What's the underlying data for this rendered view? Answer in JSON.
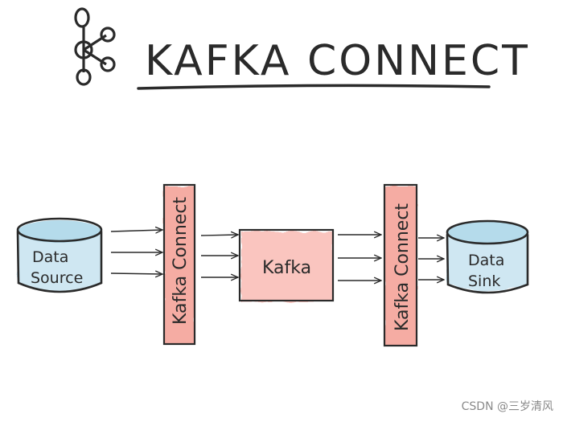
{
  "title": "KAFKA CONNECT",
  "source": {
    "line1": "Data",
    "line2": "Source"
  },
  "connector_left": {
    "label": "Kafka Connect"
  },
  "kafka": {
    "label": "Kafka"
  },
  "connector_right": {
    "label": "Kafka Connect"
  },
  "sink": {
    "line1": "Data",
    "line2": "Sink"
  },
  "watermark": "CSDN @三岁清风",
  "colors": {
    "ink": "#2a2a2a",
    "connector_fill": "#f4a49b",
    "kafka_fill": "#f9c2bb",
    "cylinder_fill": "#bfe0ee"
  }
}
